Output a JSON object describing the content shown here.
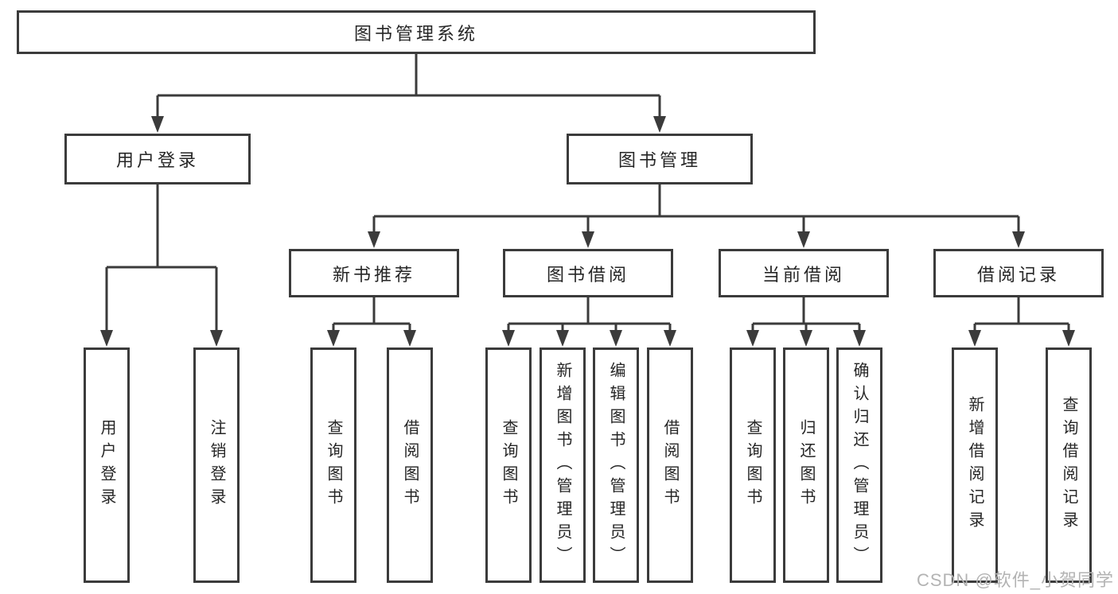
{
  "diagram": {
    "root": {
      "label": "图书管理系统"
    },
    "branches": [
      {
        "label": "用户登录",
        "children": [
          {
            "label": "用户登录"
          },
          {
            "label": "注销登录"
          }
        ]
      },
      {
        "label": "图书管理",
        "children": [
          {
            "label": "新书推荐",
            "children": [
              {
                "label": "查询图书"
              },
              {
                "label": "借阅图书"
              }
            ]
          },
          {
            "label": "图书借阅",
            "children": [
              {
                "label": "查询图书"
              },
              {
                "label": "新增图书（管理员）"
              },
              {
                "label": "编辑图书（管理员）"
              },
              {
                "label": "借阅图书"
              }
            ]
          },
          {
            "label": "当前借阅",
            "children": [
              {
                "label": "查询图书"
              },
              {
                "label": "归还图书"
              },
              {
                "label": "确认归还（管理员）"
              }
            ]
          },
          {
            "label": "借阅记录",
            "children": [
              {
                "label": "新增借阅记录"
              },
              {
                "label": "查询借阅记录"
              }
            ]
          }
        ]
      }
    ]
  },
  "watermark": {
    "text": "CSDN @软件_小贺同学"
  },
  "colors": {
    "line": "#3b3b3b",
    "text": "#262626",
    "watermark": "#b3b3b3",
    "background": "#ffffff"
  }
}
